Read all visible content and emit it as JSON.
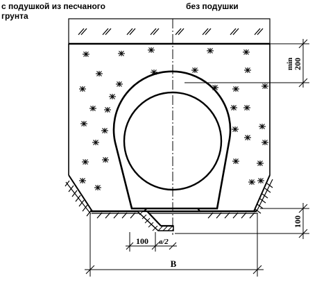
{
  "captions": {
    "left_line1": "с подушкой из песчаного",
    "left_line2": "грунта",
    "right": "без подушки"
  },
  "dimensions": {
    "min_label": "min",
    "cover_value": "200",
    "cushion_value": "100",
    "bottom_offset_value": "100",
    "half_width_label": "в/2",
    "width_label": "В"
  },
  "colors": {
    "ink": "#000000",
    "paper": "#ffffff"
  }
}
